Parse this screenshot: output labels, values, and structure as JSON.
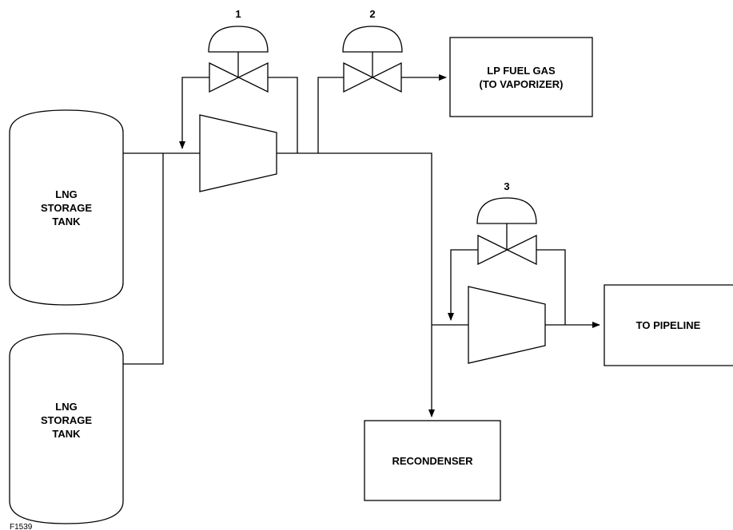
{
  "tanks": [
    {
      "lines": [
        "LNG",
        "STORAGE",
        "TANK"
      ]
    },
    {
      "lines": [
        "LNG",
        "STORAGE",
        "TANK"
      ]
    }
  ],
  "valves": [
    {
      "number": "1"
    },
    {
      "number": "2"
    },
    {
      "number": "3"
    }
  ],
  "boxes": {
    "fuel_gas": {
      "lines": [
        "LP FUEL GAS",
        "(TO VAPORIZER)"
      ]
    },
    "pipeline": {
      "lines": [
        "TO PIPELINE"
      ]
    },
    "recondenser": {
      "lines": [
        "RECONDENSER"
      ]
    }
  },
  "figure_id": "F1539"
}
